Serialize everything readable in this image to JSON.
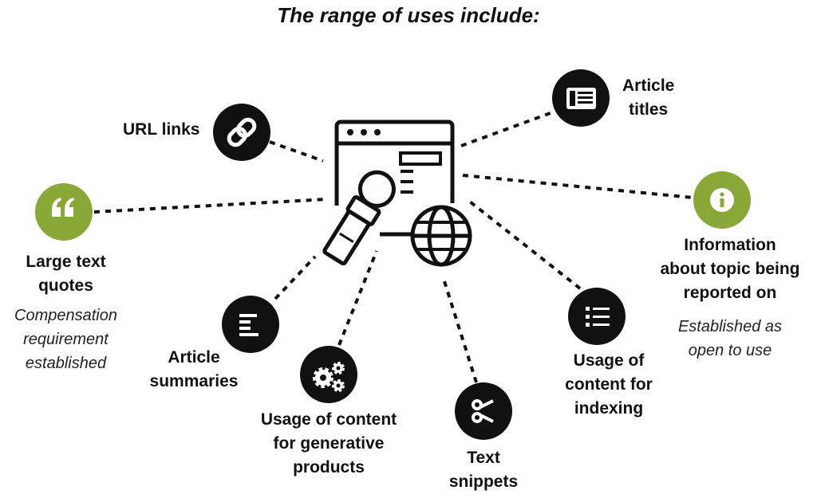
{
  "title": "The range of uses include:",
  "colors": {
    "dark": "#111111",
    "accent": "#8aa838",
    "background": "#ffffff"
  },
  "center": {
    "icons": [
      "browser-window-icon",
      "microphone-icon",
      "globe-icon"
    ]
  },
  "nodes": [
    {
      "id": "url-links",
      "icon": "link-icon",
      "style": "dark",
      "label": [
        "URL links"
      ]
    },
    {
      "id": "article-titles",
      "icon": "newspaper-icon",
      "style": "dark",
      "label": [
        "Article",
        "titles"
      ]
    },
    {
      "id": "large-text-quotes",
      "icon": "quote-icon",
      "style": "accent",
      "label": [
        "Large text",
        "quotes"
      ],
      "note": [
        "Compensation",
        "requirement",
        "established"
      ]
    },
    {
      "id": "information-topic",
      "icon": "info-icon",
      "style": "accent",
      "label": [
        "Information",
        "about topic being",
        "reported on"
      ],
      "note": [
        "Established as",
        "open to use"
      ]
    },
    {
      "id": "article-summaries",
      "icon": "summary-lines-icon",
      "style": "dark",
      "label": [
        "Article",
        "summaries"
      ]
    },
    {
      "id": "generative-products",
      "icon": "gears-icon",
      "style": "dark",
      "label": [
        "Usage of content",
        "for generative",
        "products"
      ]
    },
    {
      "id": "text-snippets",
      "icon": "scissors-icon",
      "style": "dark",
      "label": [
        "Text",
        "snippets"
      ]
    },
    {
      "id": "content-indexing",
      "icon": "list-icon",
      "style": "dark",
      "label": [
        "Usage of",
        "content for",
        "indexing"
      ]
    }
  ]
}
